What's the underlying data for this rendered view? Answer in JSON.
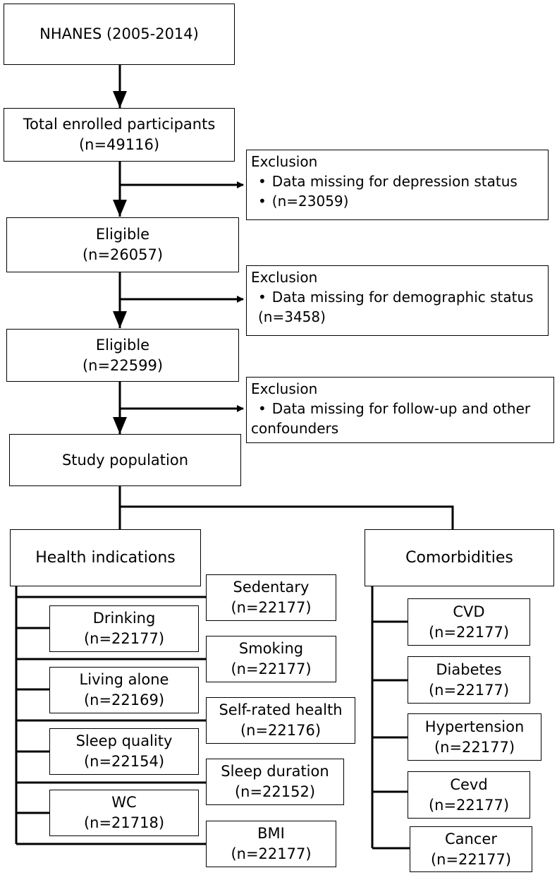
{
  "flow": {
    "nhanes": {
      "label": "NHANES (2005-2014)"
    },
    "total": {
      "label": "Total enrolled participants",
      "n": "(n=49116)"
    },
    "eligible1": {
      "label": "Eligible",
      "n": "(n=26057)"
    },
    "eligible2": {
      "label": "Eligible",
      "n": "(n=22599)"
    },
    "study": {
      "label": "Study population"
    }
  },
  "exclusions": [
    {
      "title": "Exclusion",
      "line1": "Data missing for depression status",
      "line2": "(n=23059)"
    },
    {
      "title": "Exclusion",
      "line1": "Data missing for demographic status",
      "line2": "(n=3458)"
    },
    {
      "title": "Exclusion",
      "line1": "Data missing for follow-up and other",
      "line2": "confounders"
    }
  ],
  "groups": {
    "health": "Health indications",
    "comorbidities": "Comorbidities"
  },
  "health_items": [
    {
      "label": "Sedentary",
      "n": "(n=22177)"
    },
    {
      "label": "Drinking",
      "n": "(n=22177)"
    },
    {
      "label": "Smoking",
      "n": "(n=22177)"
    },
    {
      "label": "Living alone",
      "n": "(n=22169)"
    },
    {
      "label": "Self-rated health",
      "n": "(n=22176)"
    },
    {
      "label": "Sleep quality",
      "n": "(n=22154)"
    },
    {
      "label": "Sleep duration",
      "n": "(n=22152)"
    },
    {
      "label": "WC",
      "n": "(n=21718)"
    },
    {
      "label": "BMI",
      "n": "(n=22177)"
    }
  ],
  "comorbidity_items": [
    {
      "label": "CVD",
      "n": "(n=22177)"
    },
    {
      "label": "Diabetes",
      "n": "(n=22177)"
    },
    {
      "label": "Hypertension",
      "n": "(n=22177)"
    },
    {
      "label": "Cevd",
      "n": "(n=22177)"
    },
    {
      "label": "Cancer",
      "n": "(n=22177)"
    }
  ]
}
